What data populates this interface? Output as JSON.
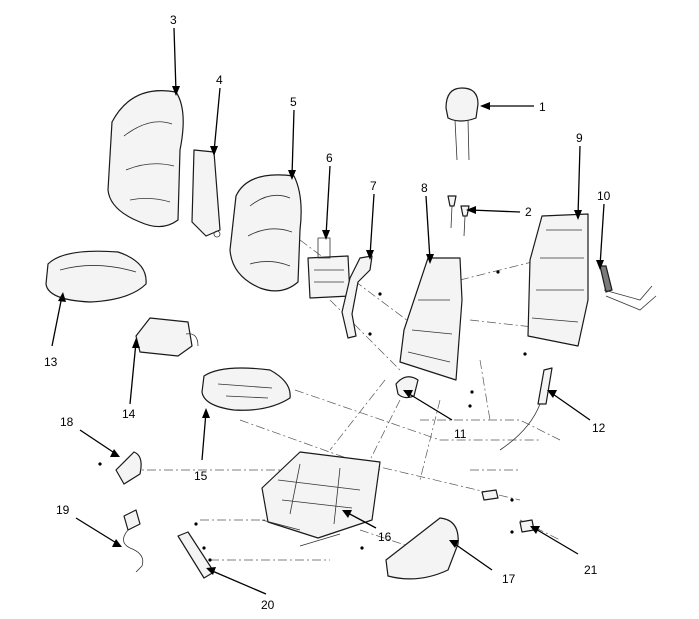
{
  "callouts": [
    {
      "id": "1",
      "text": "1"
    },
    {
      "id": "2",
      "text": "2"
    },
    {
      "id": "3",
      "text": "3"
    },
    {
      "id": "4",
      "text": "4"
    },
    {
      "id": "5",
      "text": "5"
    },
    {
      "id": "6",
      "text": "6"
    },
    {
      "id": "7",
      "text": "7"
    },
    {
      "id": "8",
      "text": "8"
    },
    {
      "id": "9",
      "text": "9"
    },
    {
      "id": "10",
      "text": "10"
    },
    {
      "id": "11",
      "text": "11"
    },
    {
      "id": "12",
      "text": "12"
    },
    {
      "id": "13",
      "text": "13"
    },
    {
      "id": "14",
      "text": "14"
    },
    {
      "id": "15",
      "text": "15"
    },
    {
      "id": "16",
      "text": "16"
    },
    {
      "id": "17",
      "text": "17"
    },
    {
      "id": "18",
      "text": "18"
    },
    {
      "id": "19",
      "text": "19"
    },
    {
      "id": "20",
      "text": "20"
    },
    {
      "id": "21",
      "text": "21"
    }
  ]
}
